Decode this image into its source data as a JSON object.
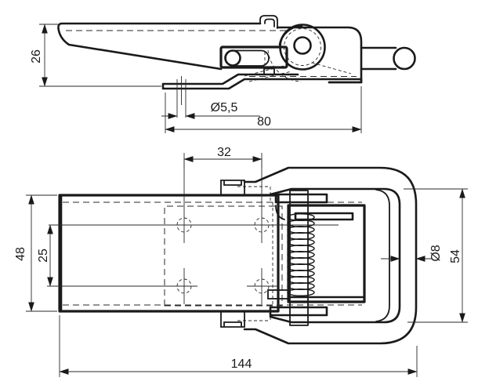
{
  "drawing": {
    "colors": {
      "line": "#1a1a1a",
      "background": "#ffffff"
    },
    "side_view": {
      "lever_height_label": "26",
      "hole_diameter_label": "Ø5,5",
      "base_length_label": "80"
    },
    "plan_view": {
      "hole_spacing_label": "32",
      "body_width_label": "48",
      "hole_row_spacing_label": "25",
      "rod_diameter_label": "Ø8",
      "loop_span_label": "54",
      "overall_length_label": "144"
    }
  }
}
